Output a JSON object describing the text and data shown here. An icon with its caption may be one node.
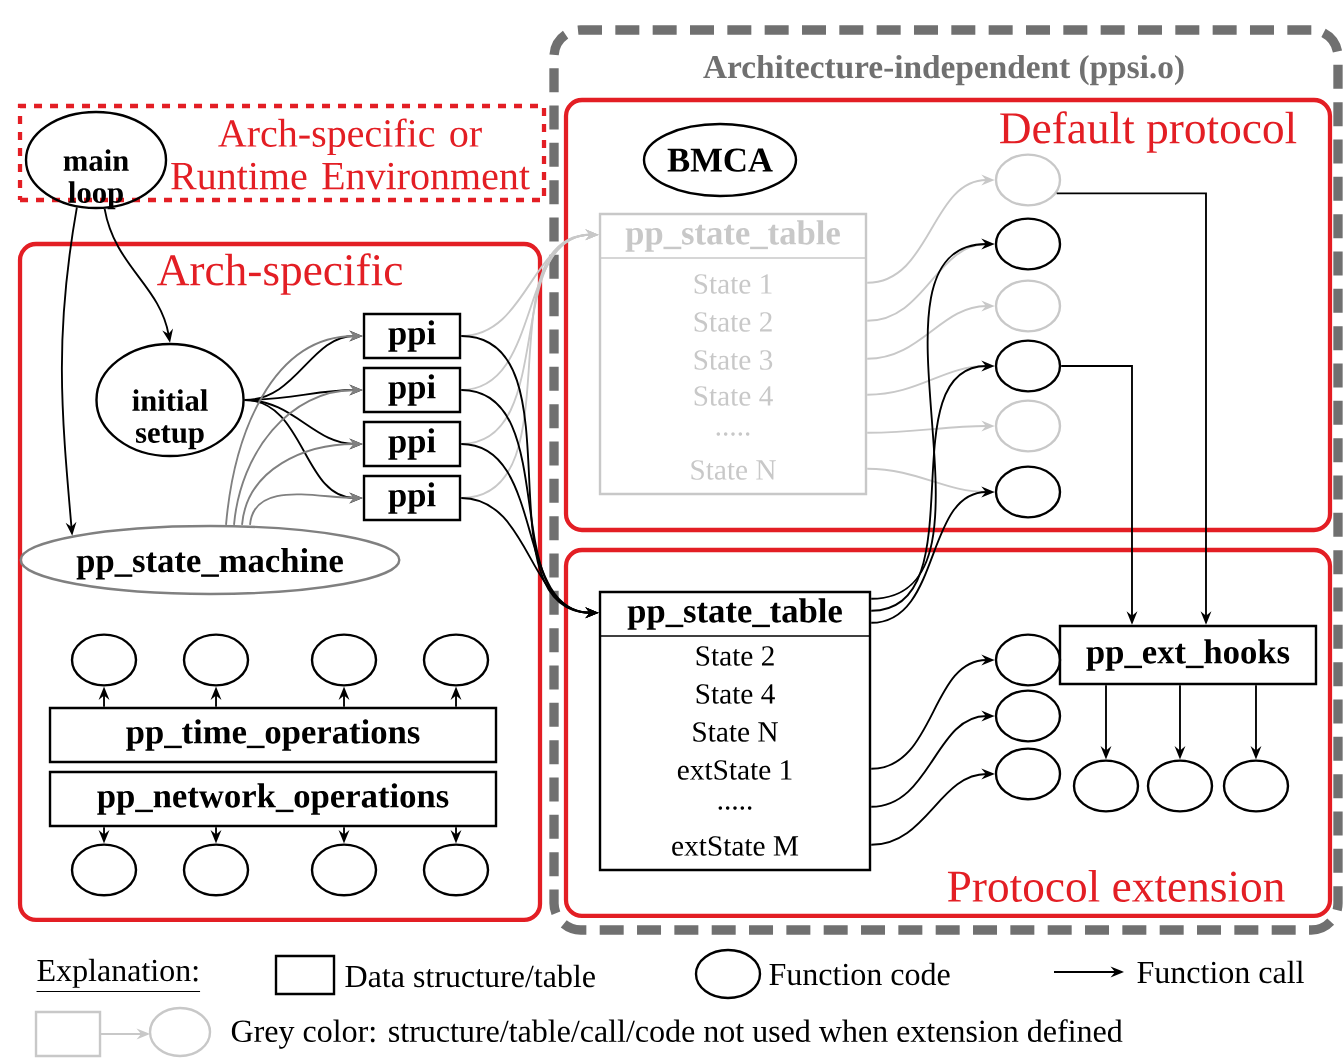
{
  "diagram": {
    "nodes": [
      {
        "text": [
          "Arch-specific or Runtime Environment"
        ]
      },
      {
        "text": [
          "main loop"
        ],
        "in": 0
      },
      {
        "text": [
          "Arch-specific"
        ]
      },
      {
        "text": [
          "initial setup"
        ],
        "in": 2
      },
      {
        "text": [
          "pp_state_machine"
        ],
        "in": 2
      },
      {
        "text": [
          "ppi"
        ],
        "in": 2
      },
      {
        "text": [
          "ppi"
        ],
        "in": 2
      },
      {
        "text": [
          "ppi"
        ],
        "in": 2
      },
      {
        "text": [
          "ppi"
        ],
        "in": 2
      },
      {
        "text": [],
        "shape": "circle",
        "in": 2
      },
      {
        "text": [],
        "shape": "circle",
        "in": 2
      },
      {
        "text": [],
        "shape": "circle",
        "in": 2
      },
      {
        "text": [],
        "shape": "circle",
        "in": 2
      },
      {
        "text": [
          "pp_time_operations"
        ],
        "in": 2
      },
      {
        "text": [
          "pp_network_operations"
        ],
        "in": 2
      },
      {
        "text": [],
        "shape": "circle",
        "in": 2
      },
      {
        "text": [],
        "shape": "circle",
        "in": 2
      },
      {
        "text": [],
        "shape": "circle",
        "in": 2
      },
      {
        "text": [],
        "shape": "circle",
        "in": 2
      },
      {
        "text": [
          "Architecture-independent (ppsi.o)"
        ]
      },
      {
        "text": [
          "Default protocol"
        ],
        "in": 19
      },
      {
        "text": [
          "BMCA"
        ],
        "in": 20
      },
      {
        "text": [
          "pp_state_table",
          "State 1",
          "State 2",
          "State 3",
          "State 4",
          ".....",
          "State N"
        ],
        "in": 20
      },
      {
        "text": [],
        "shape": "circle",
        "in": 20
      },
      {
        "text": [],
        "shape": "circle",
        "in": 20
      },
      {
        "text": [],
        "shape": "circle",
        "in": 20
      },
      {
        "text": [],
        "shape": "circle",
        "in": 20
      },
      {
        "text": [],
        "shape": "circle",
        "in": 20
      },
      {
        "text": [],
        "shape": "circle",
        "in": 20
      },
      {
        "text": [
          "Protocol extension"
        ],
        "in": 19
      },
      {
        "text": [
          "pp_state_table",
          "State 2",
          "State 4",
          "State N",
          "extState 1",
          ".....",
          "extState M"
        ],
        "in": 29
      },
      {
        "text": [],
        "shape": "circle",
        "in": 29
      },
      {
        "text": [],
        "shape": "circle",
        "in": 29
      },
      {
        "text": [],
        "shape": "circle",
        "in": 29
      },
      {
        "text": [
          "pp_ext_hooks"
        ],
        "in": 29
      },
      {
        "text": [],
        "shape": "circle",
        "in": 29
      },
      {
        "text": [],
        "shape": "circle",
        "in": 29
      },
      {
        "text": [],
        "shape": "circle",
        "in": 29
      }
    ],
    "edges": [
      {
        "from": 1,
        "to": 3,
        "arrow": "to"
      },
      {
        "from": 1,
        "to": 4,
        "arrow": "to"
      },
      {
        "from": 3,
        "to": 5,
        "arrow": "to"
      },
      {
        "from": 3,
        "to": 6,
        "arrow": "to"
      },
      {
        "from": 3,
        "to": 7,
        "arrow": "to"
      },
      {
        "from": 3,
        "to": 8,
        "arrow": "to"
      },
      {
        "from": 4,
        "to": 5,
        "arrow": "to",
        "color": "#808080"
      },
      {
        "from": 4,
        "to": 6,
        "arrow": "to",
        "color": "#808080"
      },
      {
        "from": 4,
        "to": 7,
        "arrow": "to",
        "color": "#808080"
      },
      {
        "from": 4,
        "to": 8,
        "arrow": "to",
        "color": "#808080"
      },
      {
        "from": 5,
        "to": 22,
        "arrow": "to",
        "color": "#c8c8c8"
      },
      {
        "from": 6,
        "to": 22,
        "arrow": "to",
        "color": "#c8c8c8"
      },
      {
        "from": 7,
        "to": 22,
        "arrow": "to",
        "color": "#c8c8c8"
      },
      {
        "from": 8,
        "to": 22,
        "arrow": "to",
        "color": "#c8c8c8"
      },
      {
        "from": 5,
        "to": 30,
        "arrow": "to"
      },
      {
        "from": 6,
        "to": 30,
        "arrow": "to"
      },
      {
        "from": 7,
        "to": 30,
        "arrow": "to"
      },
      {
        "from": 8,
        "to": 30,
        "arrow": "to"
      },
      {
        "from": 22,
        "to": 23,
        "arrow": "to",
        "color": "#c8c8c8"
      },
      {
        "from": 22,
        "to": 24,
        "arrow": "to",
        "color": "#c8c8c8"
      },
      {
        "from": 22,
        "to": 25,
        "arrow": "to",
        "color": "#c8c8c8"
      },
      {
        "from": 22,
        "to": 26,
        "arrow": "to",
        "color": "#c8c8c8"
      },
      {
        "from": 22,
        "to": 27,
        "arrow": "to",
        "color": "#c8c8c8"
      },
      {
        "from": 22,
        "to": 28,
        "arrow": "to",
        "color": "#c8c8c8"
      },
      {
        "from": 30,
        "to": 24,
        "arrow": "to"
      },
      {
        "from": 30,
        "to": 26,
        "arrow": "to"
      },
      {
        "from": 30,
        "to": 28,
        "arrow": "to"
      },
      {
        "from": 30,
        "to": 31,
        "arrow": "to"
      },
      {
        "from": 30,
        "to": 32,
        "arrow": "to"
      },
      {
        "from": 30,
        "to": 33,
        "arrow": "to"
      },
      {
        "from": 23,
        "to": 34,
        "arrow": "to"
      },
      {
        "from": 26,
        "to": 34,
        "arrow": "to"
      },
      {
        "from": 34,
        "to": 35,
        "arrow": "to"
      },
      {
        "from": 34,
        "to": 36,
        "arrow": "to"
      },
      {
        "from": 34,
        "to": 37,
        "arrow": "to"
      },
      {
        "from": 13,
        "to": 9,
        "arrow": "to"
      },
      {
        "from": 13,
        "to": 10,
        "arrow": "to"
      },
      {
        "from": 13,
        "to": 11,
        "arrow": "to"
      },
      {
        "from": 13,
        "to": 12,
        "arrow": "to"
      },
      {
        "from": 14,
        "to": 15,
        "arrow": "to"
      },
      {
        "from": 14,
        "to": 16,
        "arrow": "to"
      },
      {
        "from": 14,
        "to": 17,
        "arrow": "to"
      },
      {
        "from": 14,
        "to": 18,
        "arrow": "to"
      }
    ],
    "labels": [
      "Explanation:"
    ],
    "legend": [
      {
        "text": "Data structure/table"
      },
      {
        "text": "Function code"
      },
      {
        "text": "Function call"
      },
      {
        "text": "Grey color: structure/table/call/code not used when extension defined"
      }
    ]
  }
}
